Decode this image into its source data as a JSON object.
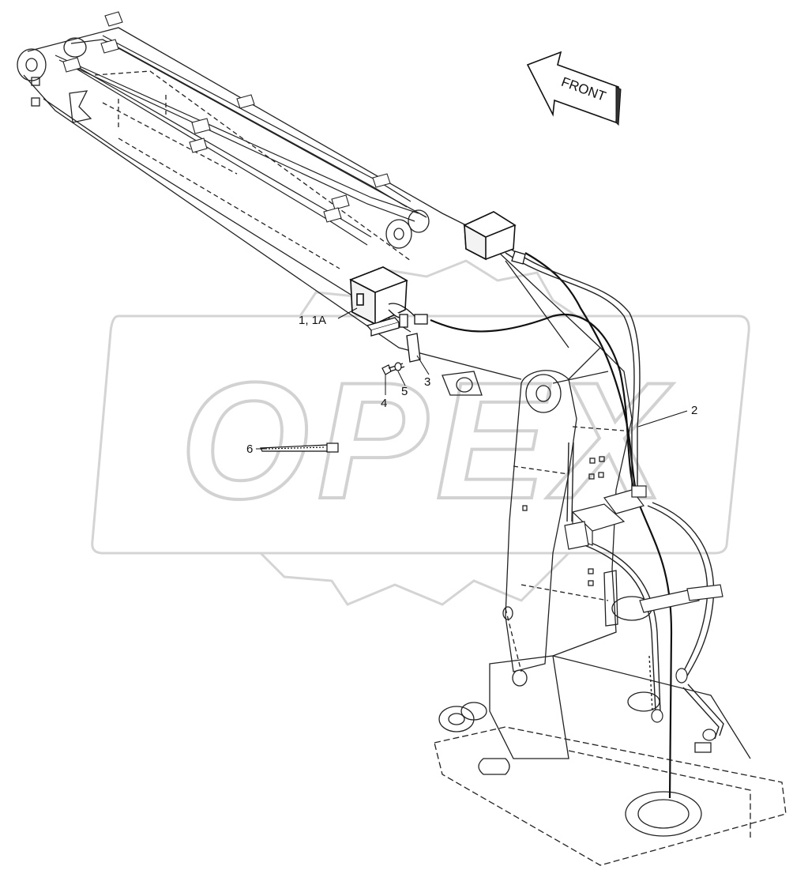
{
  "diagram": {
    "front_label": "FRONT",
    "watermark_text": "OPEX",
    "callouts": {
      "c1": "1, 1A",
      "c2": "2",
      "c3": "3",
      "c4": "4",
      "c5": "5",
      "c6": "6"
    },
    "icons": [
      "gear-watermark-icon",
      "front-arrow-icon",
      "work-light-icon",
      "connector-icon",
      "bolt-icon",
      "washer-icon",
      "cable-tie-icon"
    ],
    "colors": {
      "line": "#222222",
      "watermark": "#dcdcdc",
      "background": "#ffffff"
    }
  }
}
